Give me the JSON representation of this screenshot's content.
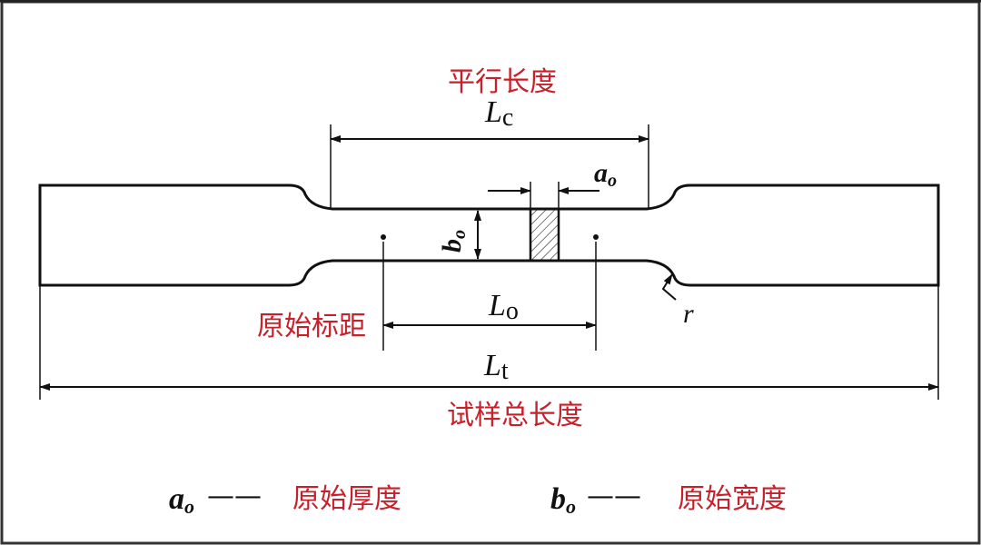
{
  "labels": {
    "parallel_length": "平行长度",
    "original_gauge_length": "原始标距",
    "total_length": "试样总长度",
    "original_thickness": "原始厚度",
    "original_width": "原始宽度"
  },
  "symbols": {
    "Lc": {
      "main": "L",
      "sub": "c"
    },
    "Lo": {
      "main": "L",
      "sub": "o"
    },
    "Lt": {
      "main": "L",
      "sub": "t"
    },
    "ao": {
      "main": "a",
      "sub": "o"
    },
    "bo": {
      "main": "b",
      "sub": "o"
    },
    "r": "r"
  },
  "legend": {
    "dash": "——"
  },
  "colors": {
    "label_red": "#c8202a",
    "line": "#111111",
    "frame": "#333333"
  }
}
